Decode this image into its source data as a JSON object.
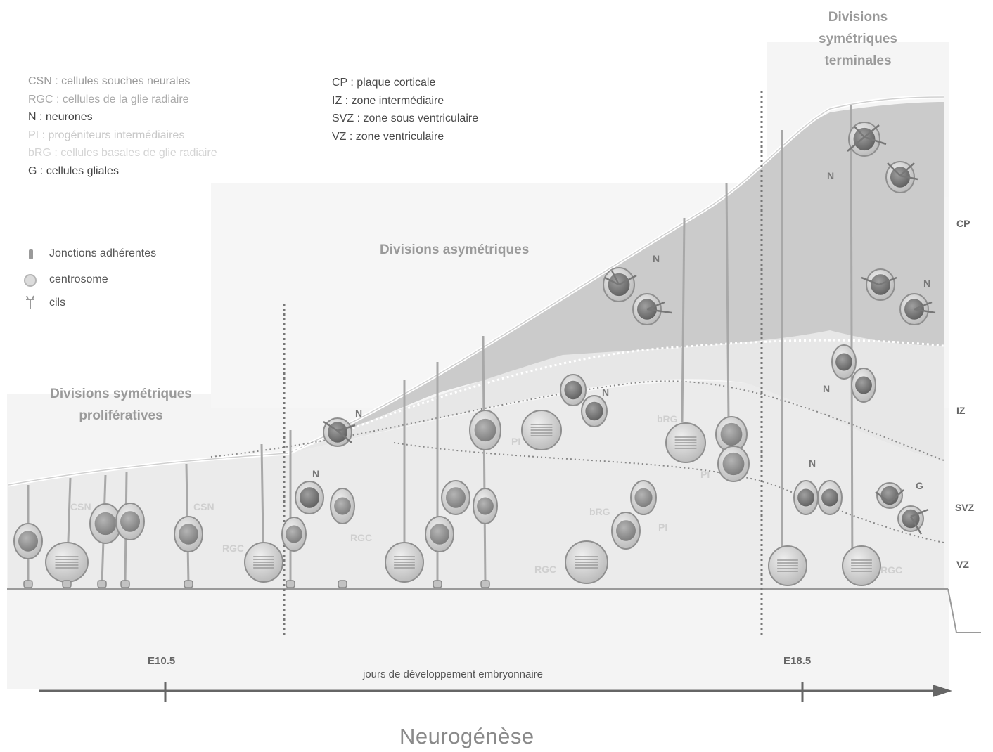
{
  "legend_cells": [
    {
      "text": "CSN : cellules souches neurales",
      "tone": "c1"
    },
    {
      "text": "RGC : cellules de la glie radiaire",
      "tone": "c2"
    },
    {
      "text": "N : neurones",
      "tone": "c3"
    },
    {
      "text": "PI : progéniteurs intermédiaires",
      "tone": "c4"
    },
    {
      "text": "bRG : cellules basales de glie radiaire",
      "tone": "c5"
    },
    {
      "text": "G : cellules gliales",
      "tone": "c3"
    }
  ],
  "legend_zones": [
    "CP : plaque corticale",
    "IZ : zone intermédiaire",
    "SVZ : zone sous ventriculaire",
    "VZ : zone ventriculaire"
  ],
  "legend_symbols": {
    "adherens": "Jonctions adhérentes",
    "centrosome": "centrosome",
    "cilia": "cils"
  },
  "headings": {
    "symmetric_proliferative": "Divisions symétriques prolifératives",
    "asymmetric": "Divisions asymétriques",
    "symmetric_terminal": "Divisions symétriques terminales"
  },
  "cell_labels": [
    {
      "text": "CSN",
      "tone": "light"
    },
    {
      "text": "CSN",
      "tone": "light"
    },
    {
      "text": "RGC",
      "tone": "light"
    },
    {
      "text": "N",
      "tone": "dark"
    },
    {
      "text": "N",
      "tone": "dark"
    },
    {
      "text": "RGC",
      "tone": "light"
    },
    {
      "text": "PI",
      "tone": "light"
    },
    {
      "text": "N",
      "tone": "dark"
    },
    {
      "text": "bRG",
      "tone": "light"
    },
    {
      "text": "RGC",
      "tone": "light"
    },
    {
      "text": "PI",
      "tone": "light"
    },
    {
      "text": "N",
      "tone": "dark"
    },
    {
      "text": "bRG",
      "tone": "light"
    },
    {
      "text": "PI",
      "tone": "light"
    },
    {
      "text": "N",
      "tone": "dark"
    },
    {
      "text": "N",
      "tone": "dark"
    },
    {
      "text": "N",
      "tone": "dark"
    },
    {
      "text": "N",
      "tone": "dark"
    },
    {
      "text": "G",
      "tone": "dark"
    },
    {
      "text": "RGC",
      "tone": "light"
    }
  ],
  "zones": [
    "CP",
    "IZ",
    "SVZ",
    "VZ"
  ],
  "timeline": {
    "start": "E10.5",
    "end": "E18.5",
    "axis_label": "jours de développement embryonnaire"
  },
  "footer_title": "Neurogénèse",
  "colors": {
    "tissue_light": "#f3f3f3",
    "cp_region": "#c9c9c9",
    "iz_region": "#e4e4e4",
    "cell_fill": "#d9d9d9",
    "nucleus": "#9a9a9a",
    "neuron_dark": "#6f6f6f",
    "axis": "#666666",
    "divider": "#777777"
  }
}
